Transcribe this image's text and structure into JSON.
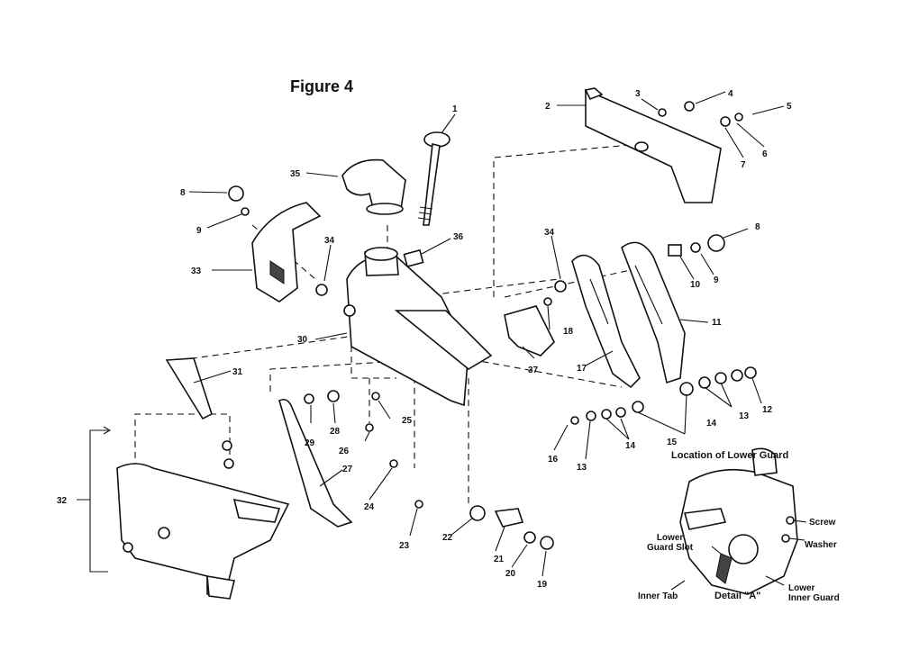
{
  "figure_title": "Figure 4",
  "detail": {
    "title": "Location of Lower Guard",
    "labels": {
      "screw": "Screw",
      "washer": "Washer",
      "lower_guard_slot": "Lower\nGuard Slot",
      "lower_inner_guard": "Lower\nInner Guard",
      "inner_tab": "Inner Tab",
      "detail_a": "Detail \"A\""
    }
  },
  "part_numbers": [
    "1",
    "2",
    "3",
    "4",
    "5",
    "6",
    "7",
    "8",
    "8",
    "9",
    "9",
    "10",
    "11",
    "12",
    "13",
    "13",
    "14",
    "14",
    "15",
    "16",
    "17",
    "18",
    "19",
    "20",
    "21",
    "22",
    "23",
    "24",
    "25",
    "26",
    "27",
    "28",
    "29",
    "30",
    "31",
    "32",
    "33",
    "34",
    "34",
    "35",
    "36",
    "37"
  ]
}
